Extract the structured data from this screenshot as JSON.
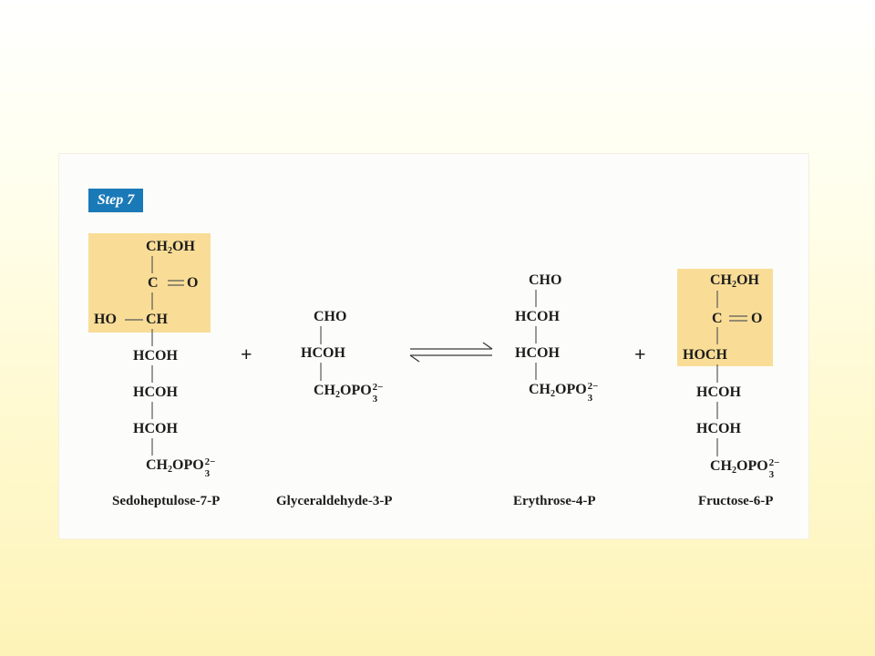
{
  "step_label": "Step 7",
  "reaction": {
    "plus": "+",
    "arrow": "equilibrium-arrows"
  },
  "sedoheptulose": {
    "name": "Sedoheptulose-7-P",
    "ch2oh": "CH",
    "ch2oh_sub": "2",
    "ch2oh_tail": "OH",
    "c": "C",
    "o": "O",
    "ho": "HO",
    "ch": "CH",
    "hcoh_1": "HCOH",
    "hcoh_2": "HCOH",
    "hcoh_3": "HCOH",
    "phosphate_a": "CH",
    "phosphate_sub": "2",
    "phosphate_b": "OPO",
    "phosphate_charge": "2−",
    "phosphate_sub3": "3"
  },
  "glyceraldehyde": {
    "name": "Glyceraldehyde-3-P",
    "cho": "CHO",
    "hcoh": "HCOH",
    "phosphate_a": "CH",
    "phosphate_sub": "2",
    "phosphate_b": "OPO",
    "phosphate_charge": "2−",
    "phosphate_sub3": "3"
  },
  "erythrose": {
    "name": "Erythrose-4-P",
    "cho": "CHO",
    "hcoh_1": "HCOH",
    "hcoh_2": "HCOH",
    "phosphate_a": "CH",
    "phosphate_sub": "2",
    "phosphate_b": "OPO",
    "phosphate_charge": "2−",
    "phosphate_sub3": "3"
  },
  "fructose": {
    "name": "Fructose-6-P",
    "ch2oh": "CH",
    "ch2oh_sub": "2",
    "ch2oh_tail": "OH",
    "c": "C",
    "o": "O",
    "hoch": "HOCH",
    "hcoh_1": "HCOH",
    "hcoh_2": "HCOH",
    "phosphate_a": "CH",
    "phosphate_sub": "2",
    "phosphate_b": "OPO",
    "phosphate_charge": "2−",
    "phosphate_sub3": "3"
  },
  "colors": {
    "badge": "#1a7ab7",
    "highlight": "#f9dd97",
    "panel": "#fcfcfa"
  }
}
